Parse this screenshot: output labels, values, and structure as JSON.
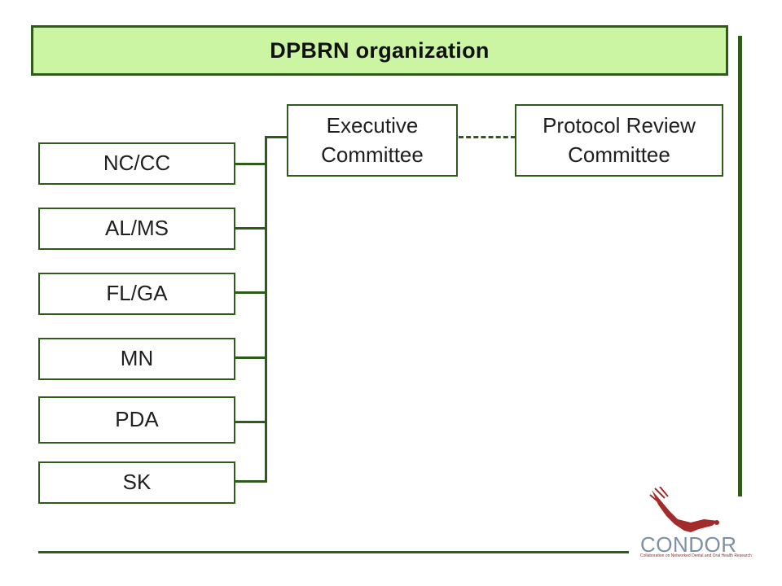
{
  "title": "DPBRN organization",
  "committees": {
    "executive": "Executive Committee",
    "protocol_review": "Protocol Review Committee"
  },
  "sites": [
    "NC/CC",
    "AL/MS",
    "FL/GA",
    "MN",
    "PDA",
    "SK"
  ],
  "logo": {
    "name": "CONDOR",
    "tagline": "Collaboration on Networked Dental and Oral Health Research",
    "accent_color": "#a32b2b",
    "text_color": "#7b8fa8"
  },
  "colors": {
    "title_fill": "#ccf5a3",
    "line": "#2e5a1a"
  }
}
